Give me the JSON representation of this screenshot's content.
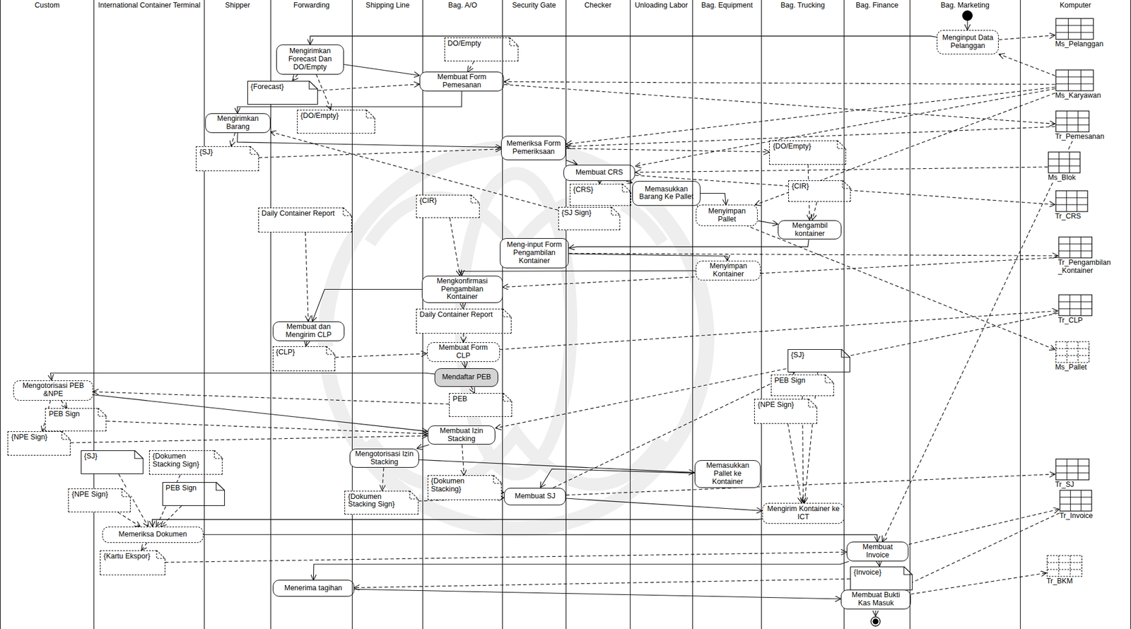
{
  "diagram": {
    "nodes": [
      {
        "text": [
          "Custom"
        ]
      },
      {
        "text": [
          "International Container Terminal"
        ]
      },
      {
        "text": [
          "Shipper"
        ]
      },
      {
        "text": [
          "Forwarding"
        ]
      },
      {
        "text": [
          "Shipping Line"
        ]
      },
      {
        "text": [
          "Bag. A/O"
        ]
      },
      {
        "text": [
          "Security Gate"
        ]
      },
      {
        "text": [
          "Checker"
        ]
      },
      {
        "text": [
          "Unloading Labor"
        ]
      },
      {
        "text": [
          "Bag. Equipment"
        ]
      },
      {
        "text": [
          "Bag. Trucking"
        ]
      },
      {
        "text": [
          "Bag. Finance"
        ]
      },
      {
        "text": [
          "Bag. Marketing"
        ]
      },
      {
        "text": [
          "Komputer"
        ]
      },
      {
        "text": [
          "Menginput Data Pelanggan"
        ],
        "in": 12
      },
      {
        "text": [
          "Ms_Pelanggan"
        ],
        "in": 13
      },
      {
        "text": [
          "Mengirimkan Forecast Dan DO/Empty"
        ],
        "in": 3
      },
      {
        "text": [
          "DO/Empty"
        ],
        "in": 5
      },
      {
        "text": [
          "Ms_Karyawan"
        ],
        "in": 13
      },
      {
        "text": [
          "Membuat Form Pemesanan"
        ],
        "in": 5
      },
      {
        "text": [
          "{Forecast}"
        ],
        "in": 3
      },
      {
        "text": [
          "{DO/Empty}"
        ],
        "in": 3
      },
      {
        "text": [
          "Tr_Pemesanan"
        ],
        "in": 13
      },
      {
        "text": [
          "Mengirimkan Barang"
        ],
        "in": 2
      },
      {
        "text": [
          "{SJ}"
        ],
        "in": 2
      },
      {
        "text": [
          "Memeriksa Form Pemeriksaan"
        ],
        "in": 6
      },
      {
        "text": [
          "{DO/Empty}"
        ],
        "in": 10
      },
      {
        "text": [
          "Ms_Blok"
        ],
        "in": 13
      },
      {
        "text": [
          "Membuat CRS"
        ],
        "in": 7
      },
      {
        "text": [
          "{CRS}"
        ],
        "in": 7
      },
      {
        "text": [
          "Memasukkan Barang Ke Pallet"
        ],
        "in": 8
      },
      {
        "text": [
          "{CIR}"
        ],
        "in": 10
      },
      {
        "text": [
          "Tr_CRS"
        ],
        "in": 13
      },
      {
        "text": [
          "{CIR}"
        ],
        "in": 5
      },
      {
        "text": [
          "Menyimpan Pallet"
        ],
        "in": 9
      },
      {
        "text": [
          "Daily Container Report"
        ],
        "in": 3
      },
      {
        "text": [
          "{SJ Sign}"
        ],
        "in": 7
      },
      {
        "text": [
          "Mengambil kontainer"
        ],
        "in": 10
      },
      {
        "text": [
          "Meng-input Form Pengambilan Kontainer"
        ],
        "in": 6
      },
      {
        "text": [
          "Tr_Pengambilan _Kontainer"
        ],
        "in": 13
      },
      {
        "text": [
          "Menyimpan Kontainer"
        ],
        "in": 9
      },
      {
        "text": [
          "Mengkonfirmasi Pengambilan Kontainer"
        ],
        "in": 5
      },
      {
        "text": [
          "Tr_CLP"
        ],
        "in": 13
      },
      {
        "text": [
          "Daily Container Report"
        ],
        "in": 5
      },
      {
        "text": [
          "Membuat dan Mengirim CLP"
        ],
        "in": 3
      },
      {
        "text": [
          "Membuat Form CLP"
        ],
        "in": 5
      },
      {
        "text": [
          "Ms_Pallet"
        ],
        "in": 13
      },
      {
        "text": [
          "{CLP}"
        ],
        "in": 3
      },
      {
        "text": [
          "{SJ}"
        ],
        "in": 10
      },
      {
        "text": [
          "Mendaftar PEB"
        ],
        "in": 5
      },
      {
        "text": [
          "PEB Sign"
        ],
        "in": 10
      },
      {
        "text": [
          "Mengotorisasi PEB &NPE"
        ],
        "in": 0
      },
      {
        "text": [
          "PEB"
        ],
        "in": 5
      },
      {
        "text": [
          "{NPE Sign}"
        ],
        "in": 10
      },
      {
        "text": [
          "PEB Sign"
        ],
        "in": 0
      },
      {
        "text": [
          "Membuat Izin Stacking"
        ],
        "in": 5
      },
      {
        "text": [
          "{NPE Sign}"
        ],
        "in": 0
      },
      {
        "text": [
          "{SJ}"
        ],
        "in": 1
      },
      {
        "text": [
          "{Dokumen Stacking Sign}"
        ],
        "in": 1
      },
      {
        "text": [
          "Mengotorisasi Izin Stacking"
        ],
        "in": 4
      },
      {
        "text": [
          "Tr_SJ"
        ],
        "in": 13
      },
      {
        "text": [
          "Memasukkan Pallet ke Kontainer"
        ],
        "in": 9
      },
      {
        "text": [
          "{Dokumen Stacking}"
        ],
        "in": 5
      },
      {
        "text": [
          "PEB Sign"
        ],
        "in": 1
      },
      {
        "text": [
          "{NPE Sign}"
        ],
        "in": 1
      },
      {
        "text": [
          "Membuat SJ"
        ],
        "in": 6
      },
      {
        "text": [
          "{Dokumen Stacking Sign}"
        ],
        "in": 4
      },
      {
        "text": [
          "Tr_Invoice"
        ],
        "in": 13
      },
      {
        "text": [
          "Mengirim Kontainer ke ICT"
        ],
        "in": 10
      },
      {
        "text": [
          "Memeriksa Dokumen"
        ],
        "in": 1
      },
      {
        "text": [
          "Membuat Invoice"
        ],
        "in": 11
      },
      {
        "text": [
          "{Kartu Ekspor}"
        ],
        "in": 1
      },
      {
        "text": [
          "Tr_BKM"
        ],
        "in": 13
      },
      {
        "text": [
          "{Invoice}"
        ],
        "in": 11
      },
      {
        "text": [
          "Menerima tagihan"
        ],
        "in": 3
      },
      {
        "text": [
          "Membuat Bukti Kas Masuk"
        ],
        "in": 11
      }
    ],
    "edges": [
      {
        "from": 14,
        "to": 16,
        "arrow": "to"
      },
      {
        "from": 16,
        "to": 19,
        "arrow": "to"
      },
      {
        "from": 19,
        "to": 23,
        "arrow": "to"
      },
      {
        "from": 23,
        "to": 25,
        "arrow": "to"
      },
      {
        "from": 25,
        "to": 28,
        "arrow": "to"
      },
      {
        "from": 28,
        "to": 30,
        "arrow": "to"
      },
      {
        "from": 30,
        "to": 34,
        "arrow": "to"
      },
      {
        "from": 34,
        "to": 37,
        "arrow": "to"
      },
      {
        "from": 37,
        "to": 38,
        "arrow": "to"
      },
      {
        "from": 38,
        "to": 40,
        "arrow": "to"
      },
      {
        "from": 40,
        "to": 41,
        "arrow": "to"
      },
      {
        "from": 41,
        "to": 44,
        "arrow": "to"
      },
      {
        "from": 44,
        "to": 47,
        "arrow": "to"
      },
      {
        "from": 45,
        "to": 49,
        "arrow": "to"
      },
      {
        "from": 49,
        "to": 51,
        "arrow": "to"
      },
      {
        "from": 51,
        "to": 55,
        "arrow": "to"
      },
      {
        "from": 55,
        "to": 59,
        "arrow": "to"
      },
      {
        "from": 59,
        "to": 61,
        "arrow": "to"
      },
      {
        "from": 61,
        "to": 65,
        "arrow": "to"
      },
      {
        "from": 65,
        "to": 68,
        "arrow": "to"
      },
      {
        "from": 68,
        "to": 69,
        "arrow": "to"
      },
      {
        "from": 69,
        "to": 70,
        "arrow": "to"
      },
      {
        "from": 70,
        "to": 73,
        "arrow": "to"
      },
      {
        "from": 70,
        "to": 74,
        "arrow": "to"
      },
      {
        "from": 74,
        "to": 75,
        "arrow": "to"
      },
      {
        "from": 14,
        "to": 15,
        "arrow": "to"
      },
      {
        "from": 18,
        "to": 14,
        "arrow": "to"
      },
      {
        "from": 18,
        "to": 19,
        "arrow": "to"
      },
      {
        "from": 19,
        "to": 22,
        "arrow": "to"
      },
      {
        "from": 18,
        "to": 25,
        "arrow": "to"
      },
      {
        "from": 22,
        "to": 25,
        "arrow": "to"
      },
      {
        "from": 18,
        "to": 28,
        "arrow": "to"
      },
      {
        "from": 28,
        "to": 32,
        "arrow": "to"
      },
      {
        "from": 27,
        "to": 28,
        "arrow": "to"
      },
      {
        "from": 18,
        "to": 34,
        "arrow": "to"
      },
      {
        "from": 38,
        "to": 39,
        "arrow": "to"
      },
      {
        "from": 39,
        "to": 41,
        "arrow": "to"
      },
      {
        "from": 45,
        "to": 42,
        "arrow": "to"
      },
      {
        "from": 42,
        "to": 55,
        "arrow": "to"
      },
      {
        "from": 30,
        "to": 46,
        "arrow": "to"
      },
      {
        "from": 65,
        "to": 60,
        "arrow": "to"
      },
      {
        "from": 22,
        "to": 70,
        "arrow": "to"
      },
      {
        "from": 70,
        "to": 67,
        "arrow": "to"
      },
      {
        "from": 75,
        "to": 72,
        "arrow": "to"
      },
      {
        "from": 67,
        "to": 75,
        "arrow": "to"
      },
      {
        "from": 16,
        "to": 20,
        "arrow": "to"
      },
      {
        "from": 20,
        "to": 19,
        "arrow": "to"
      },
      {
        "from": 16,
        "to": 21,
        "arrow": "to"
      },
      {
        "from": 17,
        "to": 19,
        "arrow": "to"
      },
      {
        "from": 23,
        "to": 24,
        "arrow": "to"
      },
      {
        "from": 24,
        "to": 25,
        "arrow": "to"
      },
      {
        "from": 25,
        "to": 26,
        "arrow": "to"
      },
      {
        "from": 28,
        "to": 29,
        "arrow": "to"
      },
      {
        "from": 31,
        "to": 37,
        "arrow": "to"
      },
      {
        "from": 33,
        "to": 41,
        "arrow": "to"
      },
      {
        "from": 35,
        "to": 44,
        "arrow": "to"
      },
      {
        "from": 41,
        "to": 43,
        "arrow": "to"
      },
      {
        "from": 43,
        "to": 45,
        "arrow": "to"
      },
      {
        "from": 36,
        "to": 23,
        "arrow": "to"
      },
      {
        "from": 47,
        "to": 45,
        "arrow": "to"
      },
      {
        "from": 49,
        "to": 52,
        "arrow": "to"
      },
      {
        "from": 52,
        "to": 51,
        "arrow": "to"
      },
      {
        "from": 51,
        "to": 54,
        "arrow": "to"
      },
      {
        "from": 51,
        "to": 56,
        "arrow": "to"
      },
      {
        "from": 54,
        "to": 55,
        "arrow": "to"
      },
      {
        "from": 56,
        "to": 55,
        "arrow": "to"
      },
      {
        "from": 55,
        "to": 62,
        "arrow": "to"
      },
      {
        "from": 59,
        "to": 66,
        "arrow": "to"
      },
      {
        "from": 66,
        "to": 65,
        "arrow": "to"
      },
      {
        "from": 65,
        "to": 48,
        "arrow": "to"
      },
      {
        "from": 48,
        "to": 68,
        "arrow": "to"
      },
      {
        "from": 50,
        "to": 68,
        "arrow": "to"
      },
      {
        "from": 53,
        "to": 68,
        "arrow": "to"
      },
      {
        "from": 57,
        "to": 69,
        "arrow": "to"
      },
      {
        "from": 58,
        "to": 69,
        "arrow": "to"
      },
      {
        "from": 63,
        "to": 69,
        "arrow": "to"
      },
      {
        "from": 64,
        "to": 69,
        "arrow": "to"
      },
      {
        "from": 69,
        "to": 71,
        "arrow": "to"
      },
      {
        "from": 71,
        "to": 70,
        "arrow": "to"
      },
      {
        "from": 73,
        "to": 74,
        "arrow": "to"
      },
      {
        "from": 26,
        "to": 37,
        "arrow": "to"
      },
      {
        "from": 62,
        "to": 65,
        "arrow": "to"
      }
    ]
  }
}
